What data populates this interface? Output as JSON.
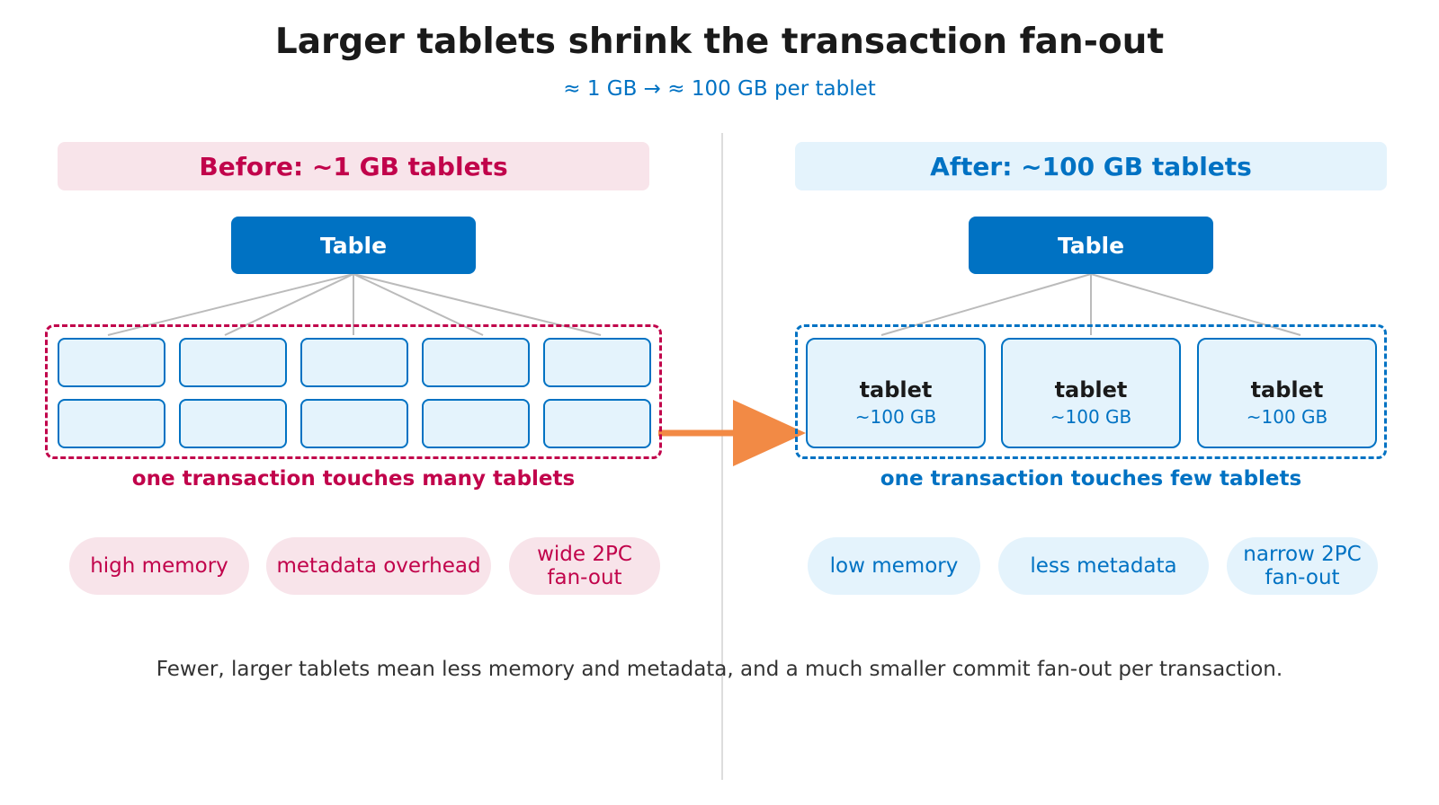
{
  "title": "Larger tablets shrink the transaction fan-out",
  "subtitle": "≈ 1 GB → ≈ 100 GB per tablet",
  "before": {
    "banner": "Before: ~1 GB tablets",
    "table_label": "Table",
    "tablet_count": 10,
    "caption": "one transaction touches many tablets",
    "pills": [
      "high memory",
      "metadata overhead",
      "wide 2PC\nfan-out"
    ]
  },
  "after": {
    "banner": "After: ~100 GB tablets",
    "table_label": "Table",
    "tablets": [
      {
        "name": "tablet",
        "size": "~100 GB"
      },
      {
        "name": "tablet",
        "size": "~100 GB"
      },
      {
        "name": "tablet",
        "size": "~100 GB"
      }
    ],
    "caption": "one transaction touches few tablets",
    "pills": [
      "low memory",
      "less metadata",
      "narrow 2PC\nfan-out"
    ]
  },
  "footer": "Fewer, larger tablets mean less memory and metadata, and a much smaller commit fan-out per transaction.",
  "colors": {
    "before_accent": "#c1034b",
    "after_accent": "#0072c3",
    "arrow": "#f28a45"
  },
  "icons": {
    "transition_arrow": "arrow-right-icon"
  }
}
